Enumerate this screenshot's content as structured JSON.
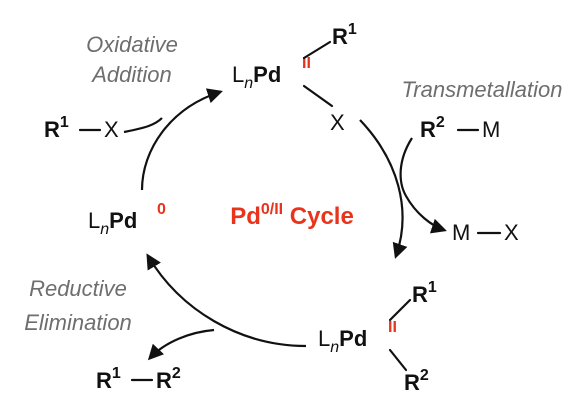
{
  "steps": {
    "oxidative_line1": "Oxidative",
    "oxidative_line2": "Addition",
    "transmetallation": "Transmetallation",
    "reductive_line1": "Reductive",
    "reductive_line2": "Elimination"
  },
  "center": {
    "base": "Pd",
    "superscript": "0/II",
    "suffix": " Cycle"
  },
  "species": {
    "pd0": {
      "ligand": "L",
      "sub": "n",
      "metal": "Pd",
      "ox": "0"
    },
    "pd2_top": {
      "ligand": "L",
      "sub": "n",
      "metal": "Pd",
      "ox": "II",
      "r": "R",
      "r_sup": "1",
      "x": "X"
    },
    "pd2_bottom": {
      "ligand": "L",
      "sub": "n",
      "metal": "Pd",
      "ox": "II",
      "r1": "R",
      "r1_sup": "1",
      "r2": "R",
      "r2_sup": "2"
    },
    "r1x": {
      "r": "R",
      "sup": "1",
      "x": "X"
    },
    "r2m": {
      "r": "R",
      "sup": "2",
      "m": "M"
    },
    "mx": {
      "m": "M",
      "x": "X"
    },
    "r1r2": {
      "r1": "R",
      "sup1": "1",
      "r2": "R",
      "sup2": "2"
    }
  }
}
